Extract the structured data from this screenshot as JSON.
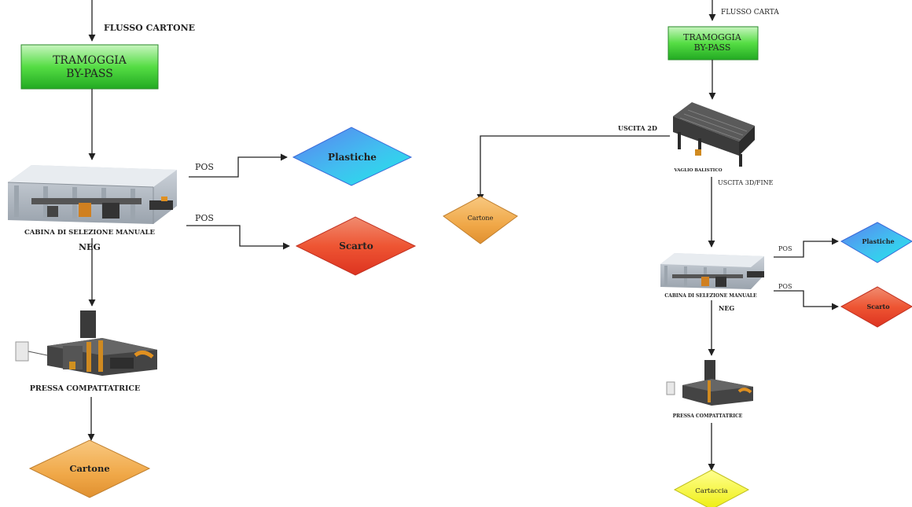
{
  "left_flow": {
    "input_label": "FLUSSO CARTONE",
    "hopper_label_1": "TRAMOGGIA",
    "hopper_label_2": "BY-PASS",
    "cabin_label": "CABINA DI SELEZIONE MANUALE",
    "pos_label_1": "POS",
    "pos_label_2": "POS",
    "neg_label": "NEG",
    "plastiche_label": "Plastiche",
    "scarto_label": "Scarto",
    "press_label": "PRESSA COMPATTATRICE",
    "cartone_label": "Cartone"
  },
  "right_flow": {
    "input_label": "FLUSSO CARTA",
    "hopper_label_1": "TRAMOGGIA",
    "hopper_label_2": "BY-PASS",
    "screen_label": "VAGLIO BALISTICO",
    "exit_2d_label": "USCITA 2D",
    "exit_3d_label": "USCITA 3D/FINE",
    "cartone_label": "Cartone",
    "cabin_label": "CABINA DI SELEZIONE MANUALE",
    "pos_label_1": "POS",
    "pos_label_2": "POS",
    "neg_label": "NEG",
    "plastiche_label": "Plastiche",
    "scarto_label": "Scarto",
    "press_label": "PRESSA COMPATTATRICE",
    "cartaccia_label": "Cartaccia"
  },
  "colors": {
    "hopper": "#33cc33",
    "plastiche": "#4aa8f0",
    "scarto": "#ee4422",
    "cartone": "#f0a040",
    "cartaccia": "#f0f020"
  }
}
